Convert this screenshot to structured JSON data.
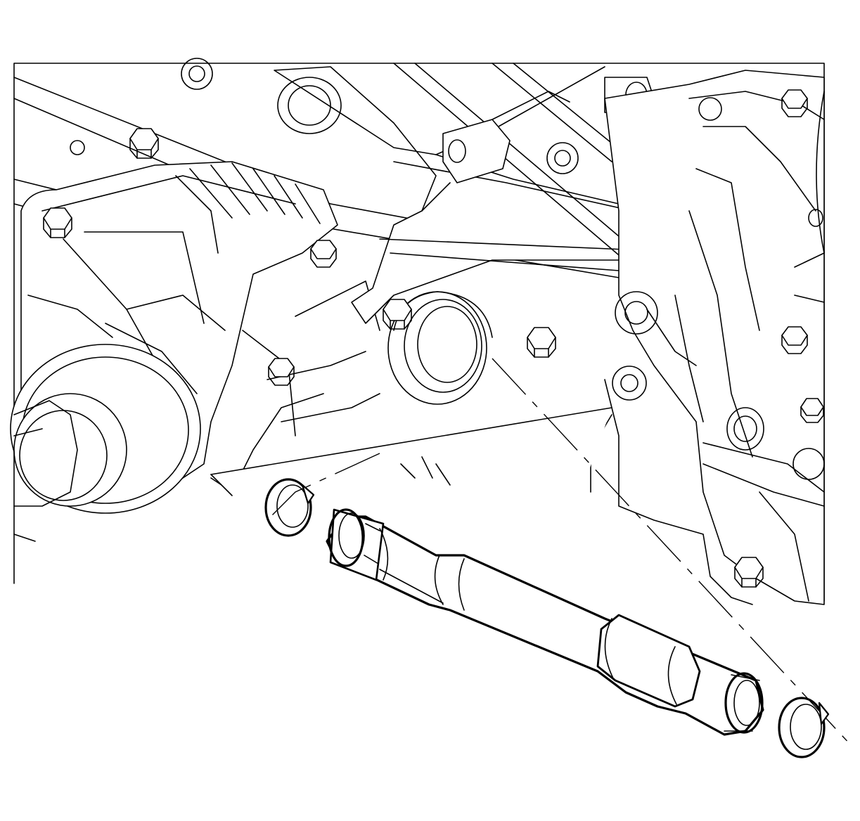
{
  "figure": {
    "subject": "",
    "parts": [
      "transfer-case-housing",
      "bracket",
      "bolts",
      "seal-left",
      "seal-right",
      "shaft"
    ],
    "colors": {
      "line": "#000000",
      "background": "#ffffff"
    }
  }
}
